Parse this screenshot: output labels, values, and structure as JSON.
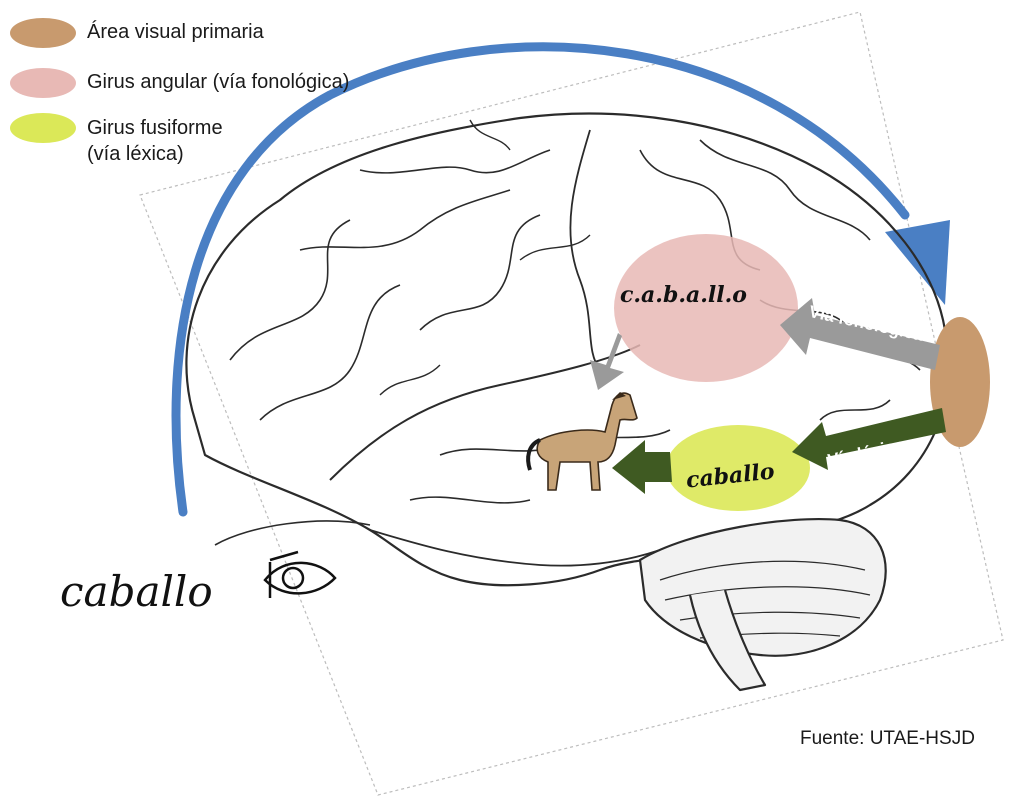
{
  "legend": [
    {
      "label": "Área visual primaria",
      "color": "#c89a6e"
    },
    {
      "label": "Girus angular (vía fonológica)",
      "color": "#e8b9b5"
    },
    {
      "label": "Girus fusiforme",
      "label2": "(vía léxica)",
      "color": "#dbe858"
    }
  ],
  "diagram": {
    "word_outside": "caballo",
    "word_angular": "c.a.b.a.ll.o",
    "word_fusiform": "caballo",
    "arrow_phonological_label": "Vía fonológica",
    "arrow_lexical_label": "Vía léxica"
  },
  "colors": {
    "visual_area": "#c89a6e",
    "angular": "#e8b9b5",
    "fusiform": "#dbe858",
    "blue_arrow": "#4a7fc4",
    "phonological_arrow": "#9a9a9a",
    "lexical_arrow": "#3f5a22"
  },
  "source": "Fuente: UTAE-HSJD"
}
